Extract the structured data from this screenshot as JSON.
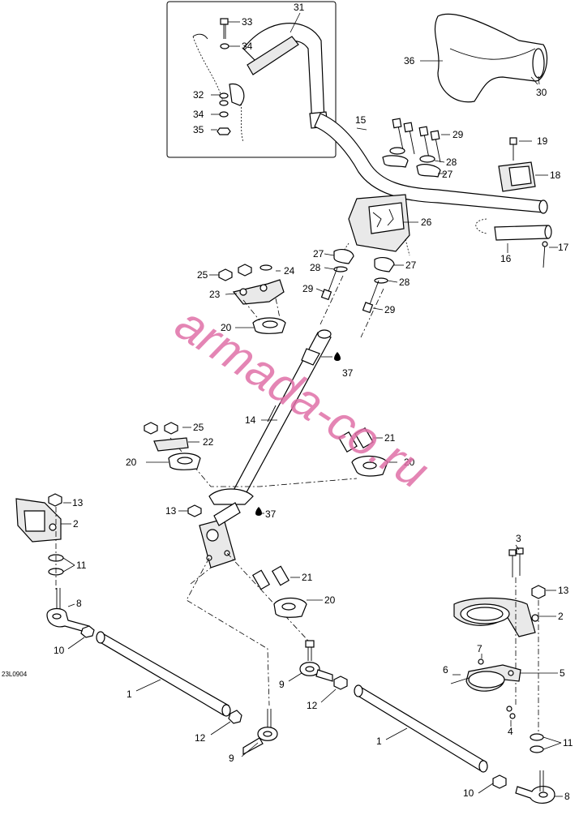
{
  "diagram": {
    "figure_code": "23L0904",
    "watermark": "armada-co.ru",
    "callouts": {
      "c1a": "1",
      "c1b": "1",
      "c2a": "2",
      "c2b": "2",
      "c3": "3",
      "c4": "4",
      "c5": "5",
      "c6": "6",
      "c7": "7",
      "c8a": "8",
      "c8b": "8",
      "c9a": "9",
      "c9b": "9",
      "c10a": "10",
      "c10b": "10",
      "c11a": "11",
      "c11b": "11",
      "c12a": "12",
      "c12b": "12",
      "c13a": "13",
      "c13b": "13",
      "c13c": "13",
      "c14": "14",
      "c15": "15",
      "c16": "16",
      "c17": "17",
      "c18": "18",
      "c19": "19",
      "c20a": "20",
      "c20b": "20",
      "c20c": "20",
      "c20d": "20",
      "c21a": "21",
      "c21b": "21",
      "c22": "22",
      "c23": "23",
      "c24": "24",
      "c25a": "25",
      "c25b": "25",
      "c26": "26",
      "c27a": "27",
      "c27b": "27",
      "c27c": "27",
      "c28a": "28",
      "c28b": "28",
      "c28c": "28",
      "c29a": "29",
      "c29b": "29",
      "c29c": "29",
      "c30": "30",
      "c31": "31",
      "c32": "32",
      "c33": "33",
      "c34a": "34",
      "c34b": "34",
      "c35": "35",
      "c36": "36",
      "c37a": "37",
      "c37b": "37"
    }
  }
}
